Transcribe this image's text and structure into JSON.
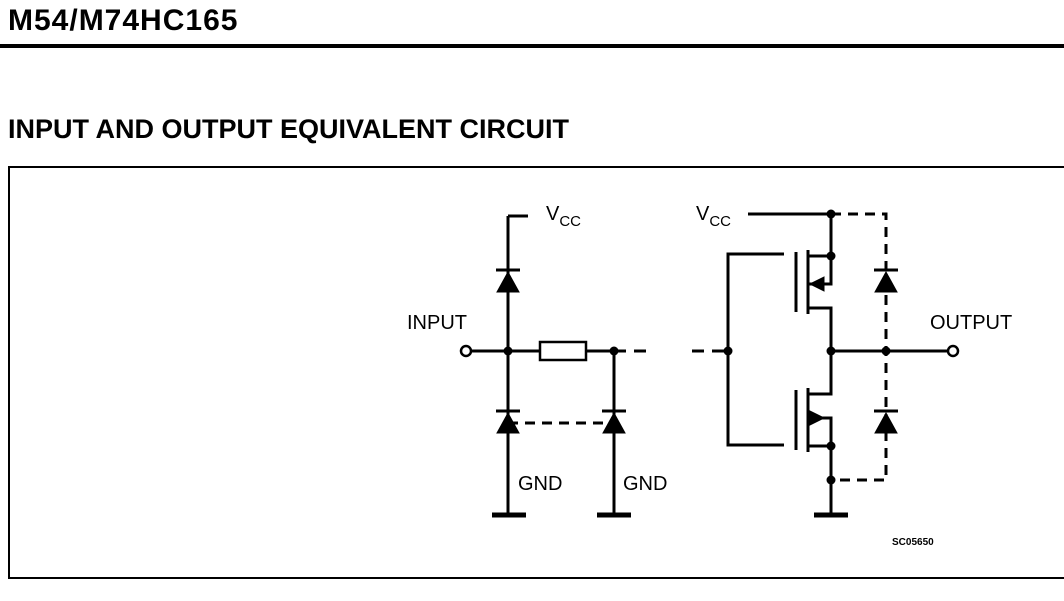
{
  "header": {
    "part_number": "M54/M74HC165",
    "section_title": "INPUT AND OUTPUT EQUIVALENT CIRCUIT"
  },
  "diagram": {
    "labels": {
      "vcc_main": "V",
      "vcc_sub": "CC",
      "input": "INPUT",
      "output": "OUTPUT",
      "gnd": "GND",
      "figure_code": "SC05650"
    }
  }
}
